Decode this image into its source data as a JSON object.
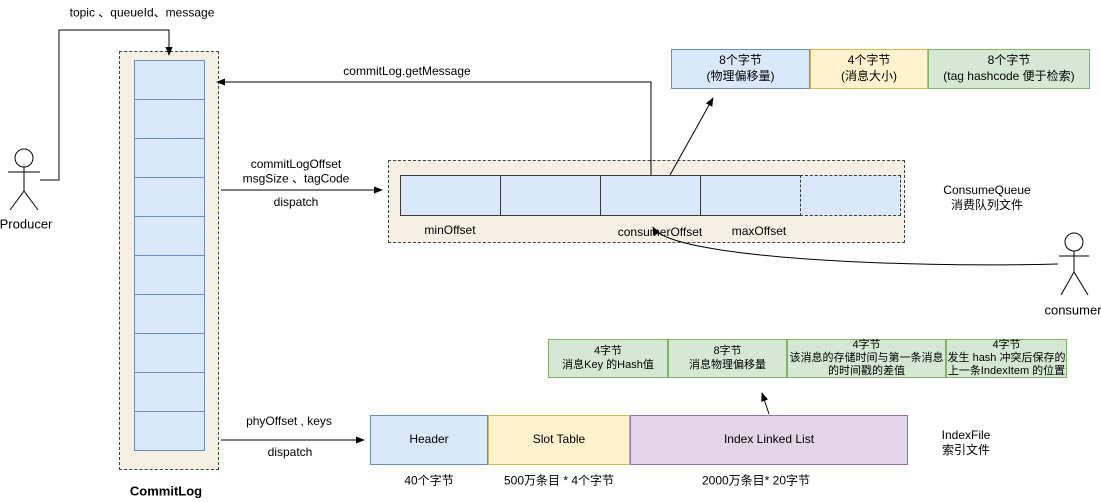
{
  "actors": {
    "producer": "Producer",
    "consumer": "consumer"
  },
  "commitlog": {
    "title": "CommitLog",
    "cell_count": 10
  },
  "flow_labels": {
    "produce": "topic 、queueId、message",
    "get_message": "commitLog.getMessage",
    "cq_dispatch_l1": "commitLogOffset",
    "cq_dispatch_l2": "msgSize 、tagCode",
    "cq_dispatch_l3": "dispatch",
    "idx_dispatch_l1": "phyOffset , keys",
    "idx_dispatch_l2": "dispatch"
  },
  "consume_queue": {
    "title_en": "ConsumeQueue",
    "title_zh": "消费队列文件",
    "min_offset": "minOffset",
    "consumer_offset": "consumerOffset",
    "max_offset": "maxOffset",
    "entry_fields": [
      {
        "size": "8个字节",
        "desc": "(物理偏移量)"
      },
      {
        "size": "4个字节",
        "desc": "(消息大小)"
      },
      {
        "size": "8个字节",
        "desc": "(tag hashcode 便于检索)"
      }
    ]
  },
  "index_file": {
    "title_en": "IndexFile",
    "title_zh": "索引文件",
    "sections": [
      {
        "label": "Header",
        "size_note": "40个字节"
      },
      {
        "label": "Slot Table",
        "size_note": "500万条目 * 4个字节"
      },
      {
        "label": "Index Linked List",
        "size_note": "2000万条目* 20字节"
      }
    ],
    "item_fields": [
      {
        "size": "4字节",
        "desc": "消息Key 的Hash值"
      },
      {
        "size": "8字节",
        "desc": "消息物理偏移量"
      },
      {
        "size": "4字节",
        "desc": "该消息的存储时间与第一条消息的时间戳的差值"
      },
      {
        "size": "4字节",
        "desc": "发生 hash 冲突后保存的上一条IndexItem 的位置"
      }
    ]
  },
  "colors": {
    "blue_fill": "#dae8fc",
    "blue_border": "#6c8ebf",
    "yellow_fill": "#fff2cc",
    "yellow_border": "#d6b656",
    "green_fill": "#d5e8d4",
    "green_border": "#82b366",
    "purple_fill": "#e1d5e7",
    "purple_border": "#9673a6",
    "container_fill": "#f5f0e3"
  }
}
